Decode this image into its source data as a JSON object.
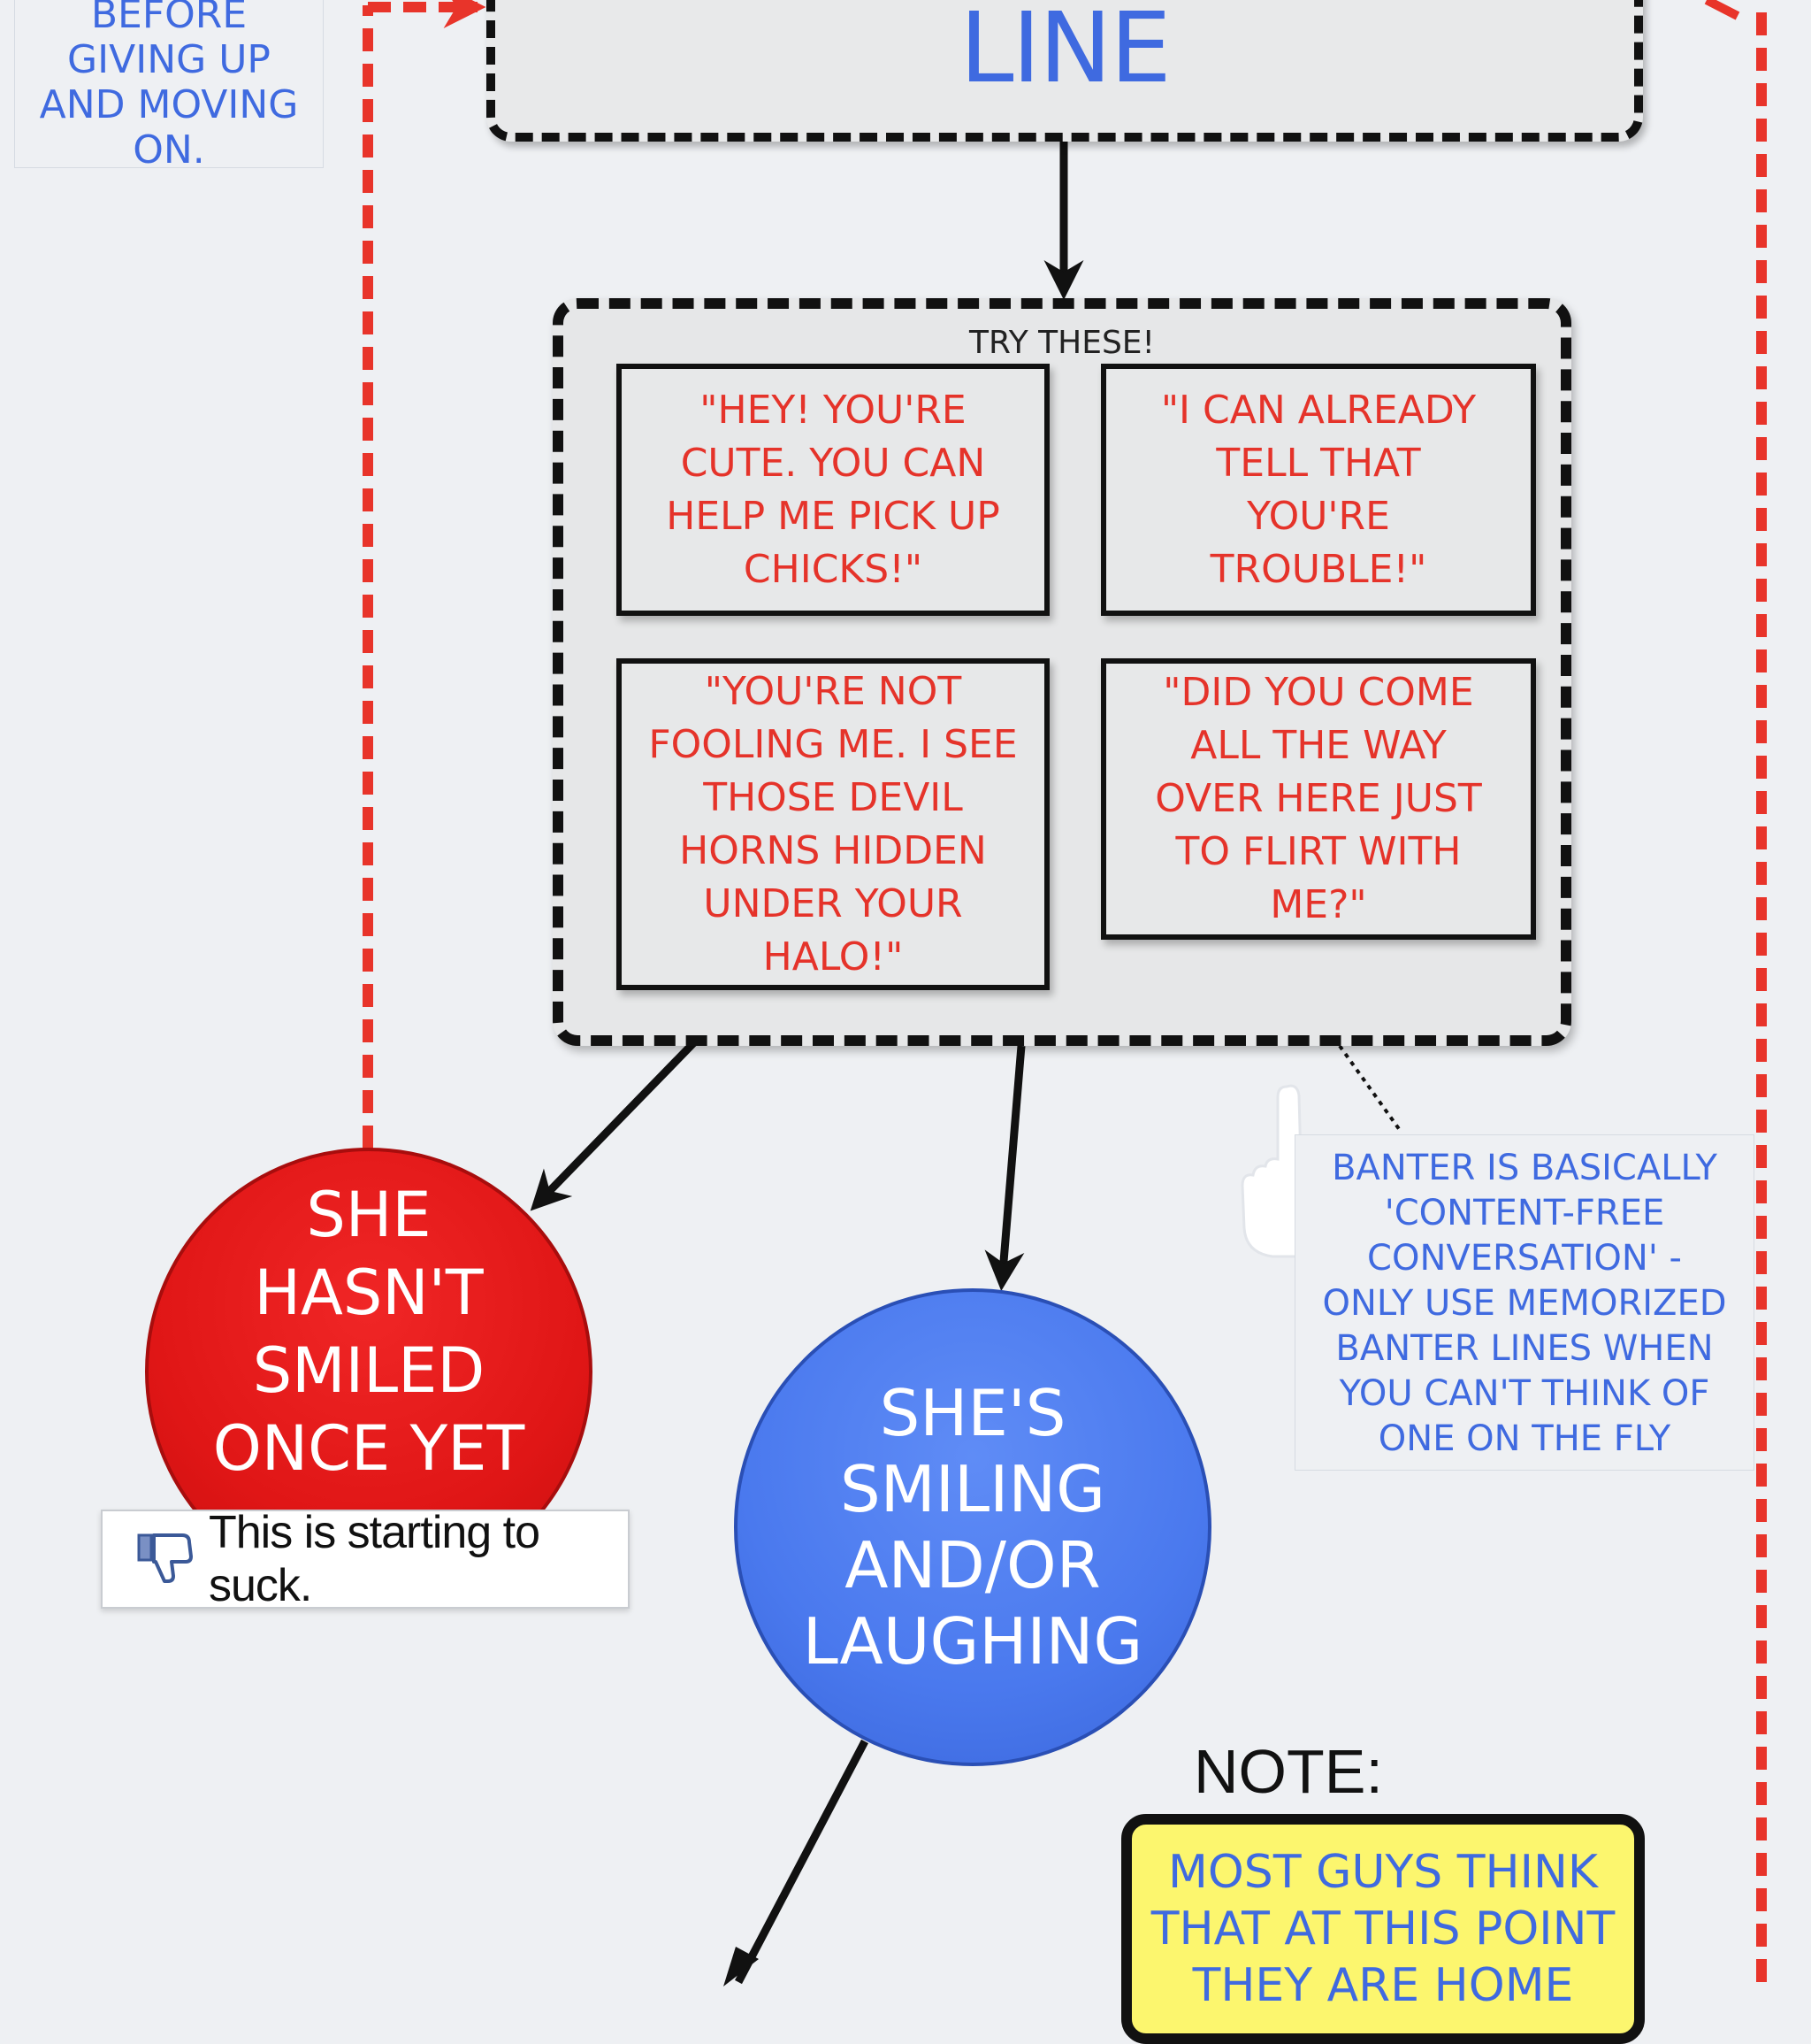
{
  "left_note": {
    "lines": [
      "BEFORE",
      "GIVING UP",
      "AND MOVING",
      "ON."
    ]
  },
  "line_box": {
    "label": "LINE"
  },
  "try_box": {
    "title": "TRY THESE!",
    "lines": [
      "\"HEY! YOU'RE CUTE. YOU CAN HELP ME PICK UP CHICKS!\"",
      "\"I CAN ALREADY TELL THAT YOU'RE TROUBLE!\"",
      "\"YOU'RE NOT FOOLING ME. I SEE THOSE DEVIL HORNS HIDDEN UNDER YOUR HALO!\"",
      "\"DID YOU COME ALL THE WAY OVER HERE JUST TO FLIRT WITH ME?\""
    ]
  },
  "outcomes": {
    "not_smiled": "SHE HASN'T SMILED ONCE YET",
    "smiling": "SHE'S SMILING AND/OR LAUGHING"
  },
  "facebook_bar": {
    "text": "This is starting to suck.",
    "icon": "thumbs-down-icon"
  },
  "banter_note": {
    "lines": [
      "BANTER IS BASICALLY",
      "'CONTENT-FREE",
      "CONVERSATION' -",
      "ONLY USE MEMORIZED",
      "BANTER LINES WHEN",
      "YOU CAN'T THINK OF",
      "ONE ON THE FLY"
    ],
    "icon": "pointing-hand-icon"
  },
  "note": {
    "title": "NOTE:",
    "lines": [
      "MOST GUYS THINK",
      "THAT AT THIS POINT",
      "THEY ARE HOME"
    ]
  },
  "colors": {
    "accent_blue": "#3f6ae0",
    "accent_red": "#e5332a",
    "note_yellow": "#fcf66e",
    "connector_red": "#e8342a"
  }
}
